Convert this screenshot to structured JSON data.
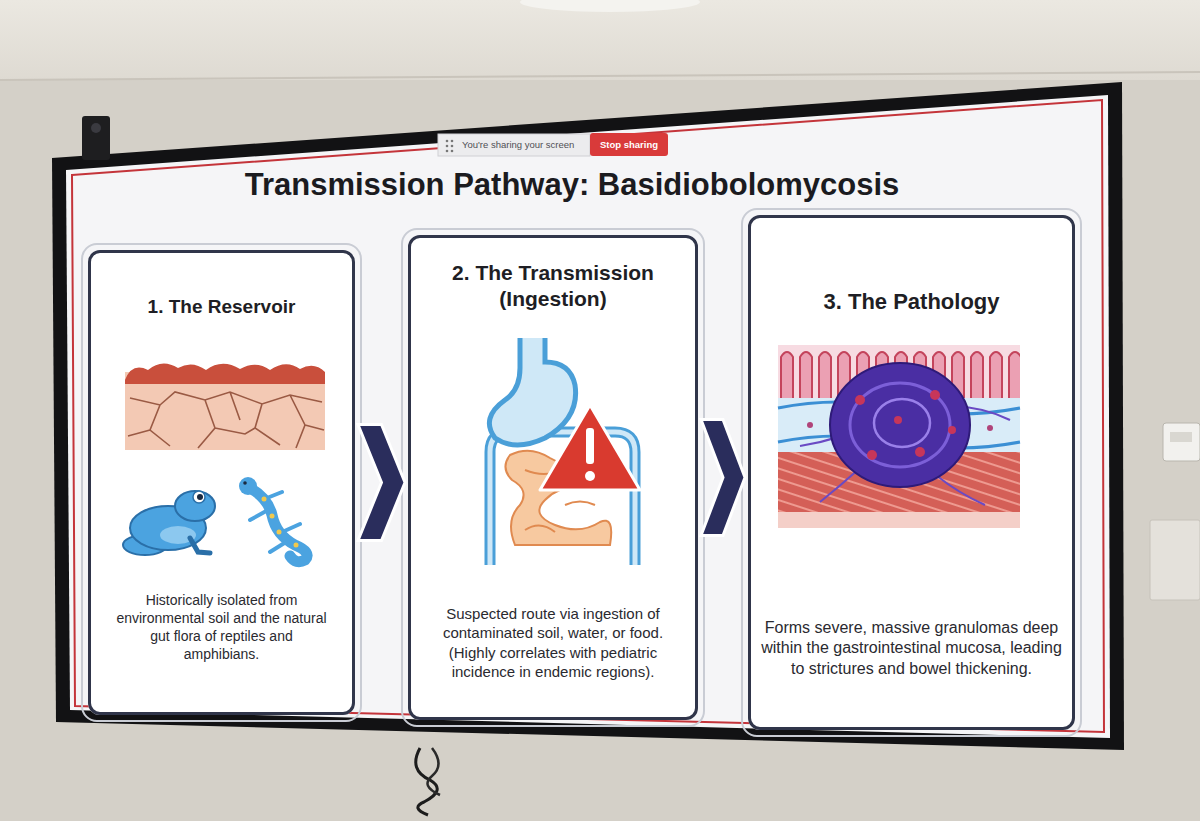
{
  "diagram": {
    "title": "Transmission Pathway: Basidiobolomycosis",
    "nodes": [
      {
        "text": [
          "1. The Reservoir",
          "Historically isolated from environmental soil and the natural gut flora of reptiles and amphibians."
        ]
      },
      {
        "text": [
          "2. The Transmission (Ingestion)",
          "Suspected route via ingestion of contaminated soil, water, or food. (Highly correlates with pediatric incidence in endemic regions)."
        ]
      },
      {
        "text": [
          "3. The Pathology",
          "Forms severe, massive granulomas deep within the gastrointestinal mucosa, leading to strictures and bowel thickening."
        ]
      }
    ],
    "edges": [
      {
        "from": 0,
        "to": 1,
        "arrow": "to"
      },
      {
        "from": 1,
        "to": 2,
        "arrow": "to"
      }
    ],
    "labels": [
      "You're sharing your screen",
      "Stop sharing"
    ]
  }
}
